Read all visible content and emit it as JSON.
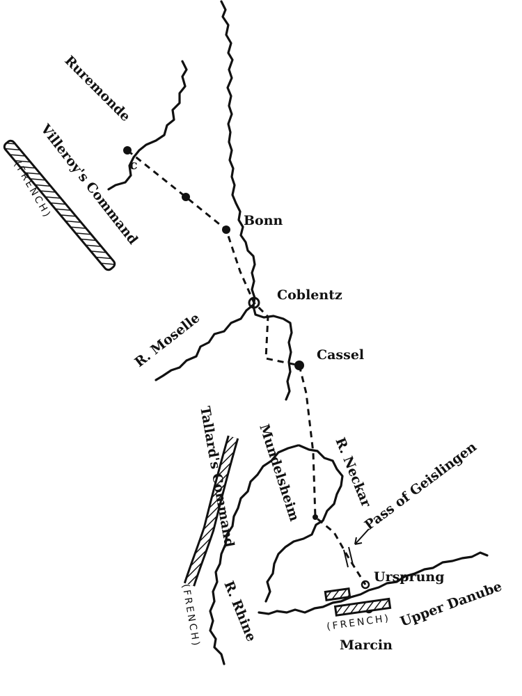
{
  "map": {
    "places": {
      "ruremonde": "Ruremonde",
      "c_marker": "c",
      "bonn": "Bonn",
      "coblentz": "Coblentz",
      "cassel": "Cassel",
      "mundelsheim": "Mundelsheim",
      "ursprung": "Ursprung",
      "pass": "Pass of Geislingen",
      "marcin": "Marcin"
    },
    "rivers": {
      "moselle": "R. Moselle",
      "neckar": "R. Neckar",
      "rhine": "R. Rhine",
      "danube": "Upper Danube"
    },
    "armies": {
      "villeroy": "Villeroy's Command",
      "villeroy_note": "(FRENCH)",
      "tallard": "Tallard's Command",
      "tallard_note": "(FRENCH)",
      "marcin_note": "(FRENCH)"
    }
  }
}
